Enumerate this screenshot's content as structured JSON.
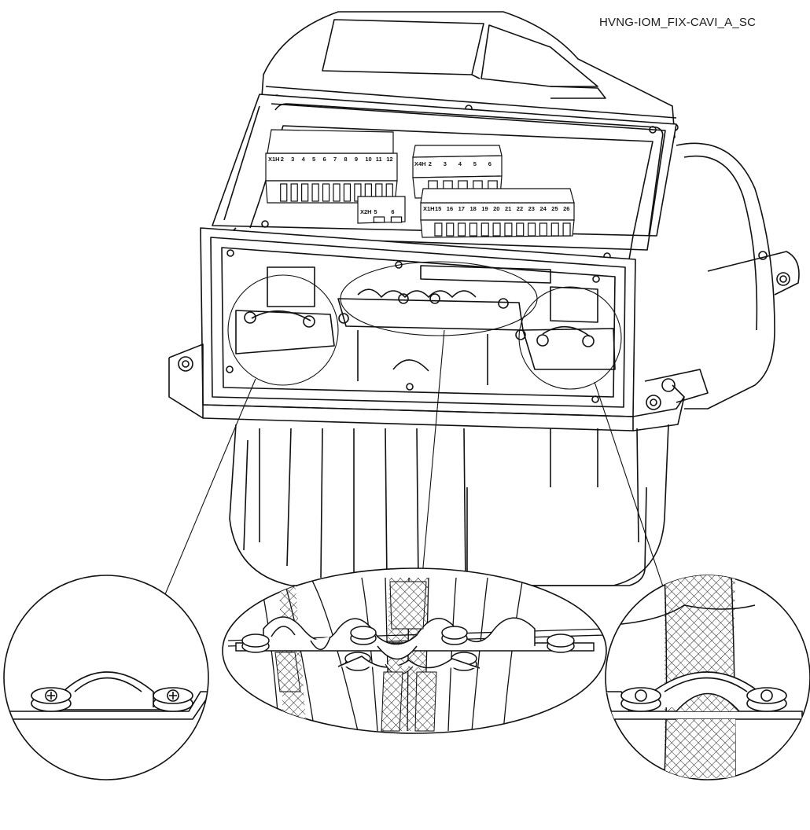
{
  "drawing": {
    "code": "HVNG-IOM_FIX-CAVI_A_SC",
    "terminal_blocks": {
      "left": {
        "label": "X1H",
        "numbers": [
          "2",
          "3",
          "4",
          "5",
          "6",
          "7",
          "8",
          "9",
          "10",
          "11",
          "12"
        ]
      },
      "right_top": {
        "label": "X4H",
        "numbers": [
          "2",
          "3",
          "4",
          "5",
          "6"
        ]
      },
      "middle_small": {
        "label": "X2H",
        "numbers": [
          "5",
          "6"
        ]
      },
      "right_bottom": {
        "label": "X1H",
        "numbers": [
          "15",
          "16",
          "17",
          "18",
          "19",
          "20",
          "21",
          "22",
          "23",
          "24",
          "25",
          "26"
        ]
      }
    },
    "details": [
      "left-cable-clamp-detail",
      "center-cable-clamp-detail",
      "right-cable-clamp-detail"
    ]
  },
  "colors": {
    "line": "#111111",
    "fill": "#ffffff",
    "hatch": "#222222"
  }
}
